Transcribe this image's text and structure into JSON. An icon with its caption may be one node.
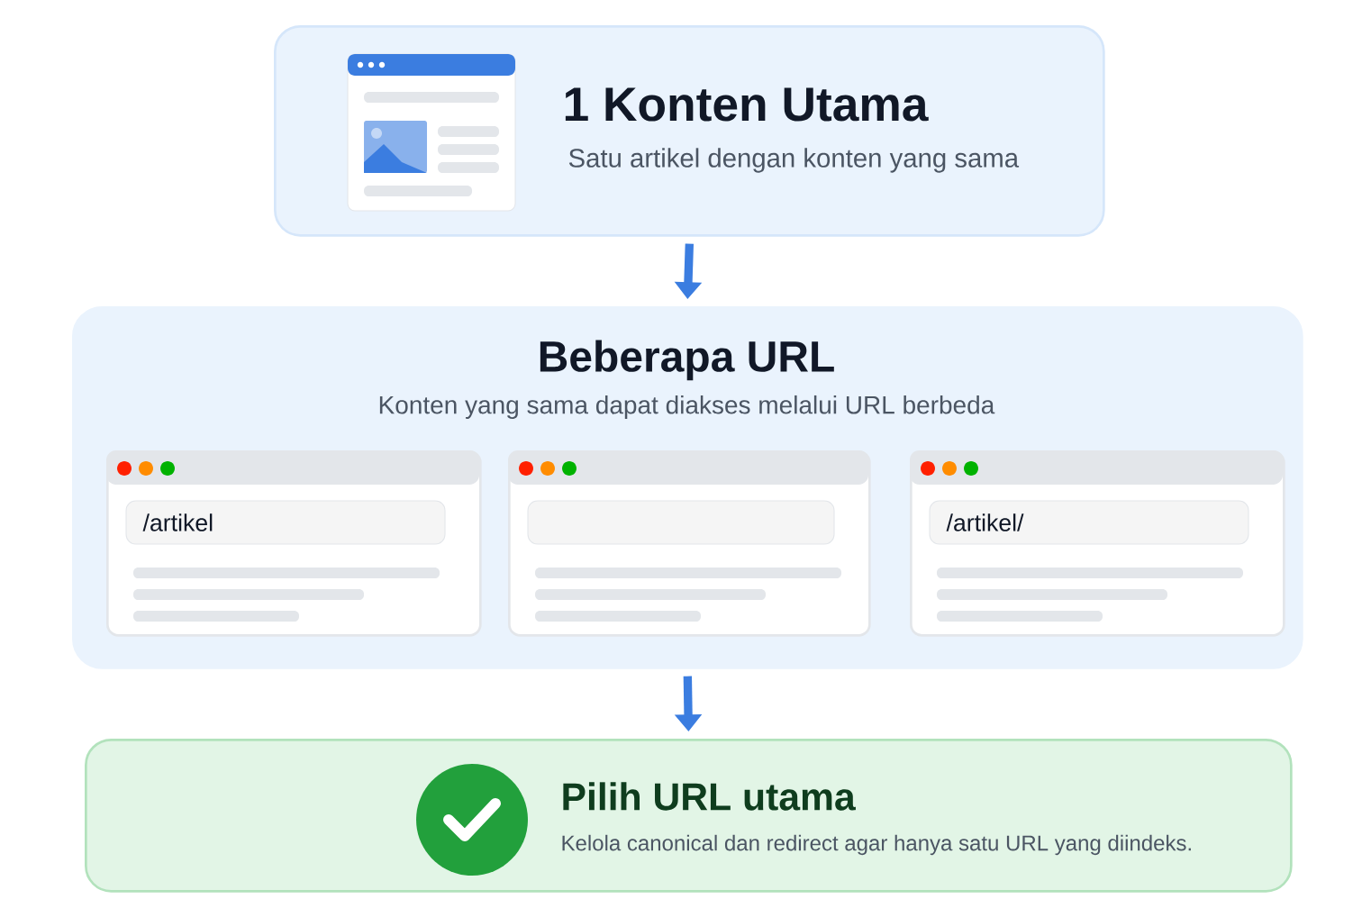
{
  "diagram": {
    "nodes": [
      {
        "text": [
          "1 Konten Utama",
          "Satu artikel dengan konten yang sama"
        ]
      },
      {
        "text": [
          "Beberapa URL",
          "Konten yang sama dapat diakses melalui URL berbeda"
        ]
      },
      {
        "text": [
          "/artikel"
        ],
        "in": 1
      },
      {
        "text": [],
        "shape": "box",
        "in": 1
      },
      {
        "text": [
          "/artikel/"
        ],
        "in": 1
      },
      {
        "text": [
          "Pilih URL utama",
          "Kelola canonical dan redirect agar hanya satu URL yang diindeks."
        ]
      }
    ],
    "edges": [
      {
        "from": 0,
        "to": 1,
        "arrow": "to"
      },
      {
        "from": 1,
        "to": 5,
        "arrow": "to"
      }
    ]
  }
}
